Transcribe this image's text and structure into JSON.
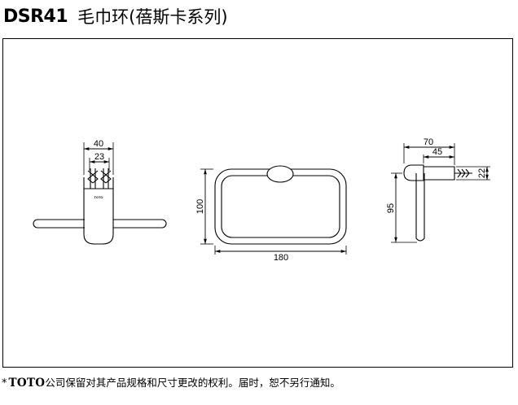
{
  "title": {
    "model": "DSR41",
    "name": "毛巾环(蓓斯卡系列)"
  },
  "drawing": {
    "side_view": {
      "dim_top": "40",
      "dim_inner": "23",
      "logo": "TOTO"
    },
    "front_view": {
      "dim_height": "100",
      "dim_width": "180"
    },
    "profile_view": {
      "dim_depth": "70",
      "dim_inner": "45",
      "dim_small": "22",
      "dim_height": "95"
    }
  },
  "footer": {
    "star": "*",
    "brand": "TOTO",
    "notice": "公司保留对其产品规格和尺寸更改的权利。届时，恕不另行通知。"
  }
}
